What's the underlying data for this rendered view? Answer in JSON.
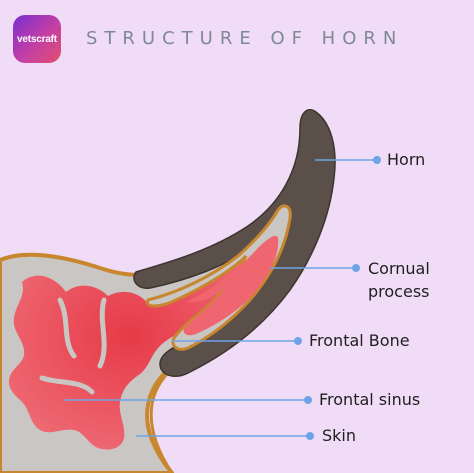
{
  "brand": {
    "logo_text": "vetscraft"
  },
  "title": "STRUCTURE OF HORN",
  "labels": {
    "horn": "Horn",
    "cornual_1": "Cornual",
    "cornual_2": "process",
    "frontal_bone": "Frontal Bone",
    "frontal_sinus": "Frontal sinus",
    "skin": "Skin"
  },
  "colors": {
    "background": "#f1dcf7",
    "horn": "#5a5049",
    "bone": "#c9c6c3",
    "sinus": "#e8525c",
    "skin": "#c8862e",
    "pointer": "#6fa3e8"
  }
}
